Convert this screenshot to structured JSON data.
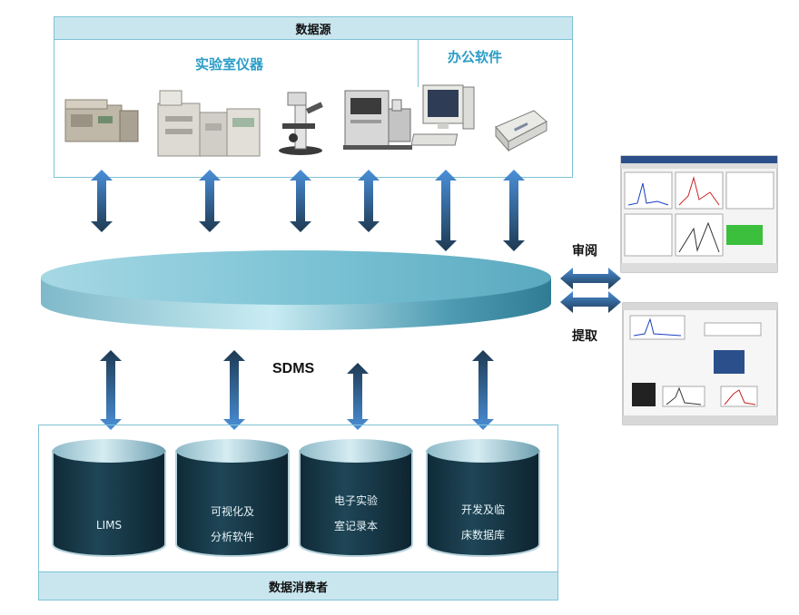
{
  "data_source": {
    "title": "数据源",
    "lab_instruments_title": "实验室仪器",
    "office_software_title": "办公软件",
    "devices": [
      {
        "icon": "gas-chromatograph-icon"
      },
      {
        "icon": "hplc-system-icon"
      },
      {
        "icon": "microscope-icon"
      },
      {
        "icon": "mass-spectrometer-icon"
      },
      {
        "icon": "desktop-computer-icon"
      },
      {
        "icon": "printer-icon"
      }
    ]
  },
  "central": {
    "label": "SDMS"
  },
  "side": {
    "review_label": "审阅",
    "extract_label": "提取"
  },
  "consumers": {
    "title": "数据消费者",
    "items": [
      {
        "lines": [
          "LIMS"
        ]
      },
      {
        "lines": [
          "可视化及",
          "分析软件"
        ]
      },
      {
        "lines": [
          "电子实验",
          "室记录本"
        ]
      },
      {
        "lines": [
          "开发及临",
          "床数据库"
        ]
      }
    ]
  },
  "colors": {
    "frame_border": "#7fc3d6",
    "header_bar": "#c9e6ef",
    "accent_text": "#2b9dc6",
    "arrow_top": "#4a8fd8",
    "arrow_bottom": "#1e3a52",
    "cylinder_body": "#1a3c4c",
    "disc": "#7ec4d6"
  }
}
